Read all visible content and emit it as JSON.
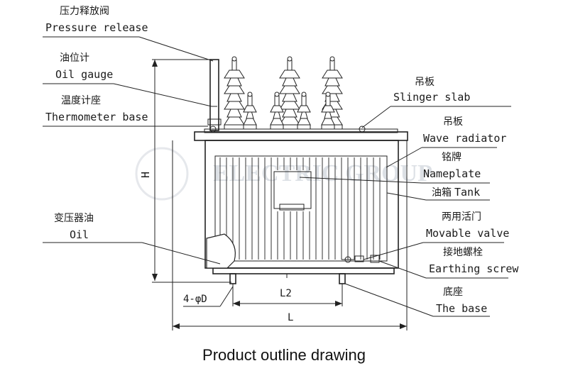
{
  "labels": {
    "pressure_release": {
      "cn": "压力释放阀",
      "en": "Pressure release"
    },
    "oil_gauge": {
      "cn": "油位计",
      "en": "Oil gauge"
    },
    "thermometer_base": {
      "cn": "温度计座",
      "en": "Thermometer  base"
    },
    "slinger_slab": {
      "cn": "吊板",
      "en": "Slinger slab"
    },
    "wave_radiator": {
      "cn": "吊板",
      "en": "Wave radiator"
    },
    "nameplate": {
      "cn": "铭牌",
      "en": "Nameplate"
    },
    "tank": {
      "cn": "油箱",
      "en": "Tank"
    },
    "oil": {
      "cn": "变压器油",
      "en": "Oil"
    },
    "movable_valve": {
      "cn": "两用活门",
      "en": "Movable valve"
    },
    "earthing_screw": {
      "cn": "接地螺栓",
      "en": "Earthing screw"
    },
    "the_base": {
      "cn": "底座",
      "en": "The base"
    }
  },
  "dimensions": {
    "height": "H",
    "inner_width": "L2",
    "outer_width": "L",
    "holes": "4-φD"
  },
  "caption": "Product outline drawing",
  "colors": {
    "line": "#222222",
    "background": "#ffffff",
    "watermark": "#d9dde3"
  }
}
